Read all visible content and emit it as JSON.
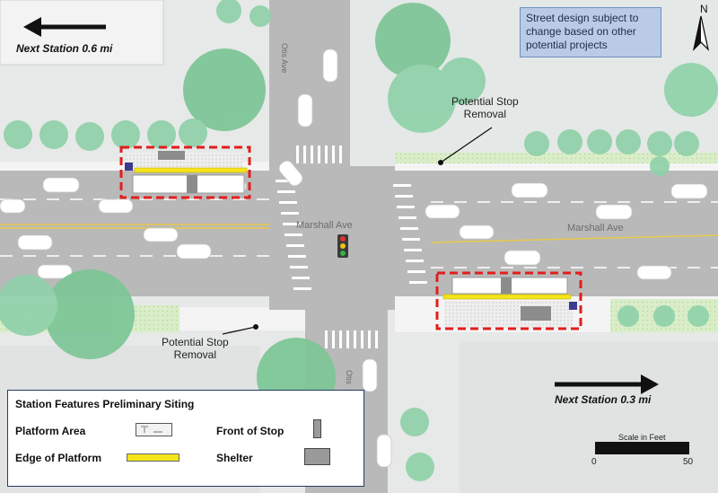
{
  "map": {
    "next_station_left": "Next Station 0.6 mi",
    "next_station_right": "Next Station 0.3 mi",
    "note": "Street design subject to change based on other potential projects",
    "north_label": "N",
    "streets": {
      "main_left": "Marshall Ave",
      "main_right": "Marshall Ave",
      "cross_north": "Otis Ave",
      "cross_south": "Otis"
    },
    "callouts": {
      "north_removal_line1": "Potential Stop",
      "north_removal_line2": "Removal",
      "south_removal_line1": "Potential Stop",
      "south_removal_line2": "Removal"
    },
    "icons": [
      "north-arrow-icon",
      "traffic-signal-icon",
      "bus-stop-sign-icon",
      "bicycle-icon",
      "tree-icon"
    ]
  },
  "legend": {
    "title": "Station Features Preliminary Siting",
    "platform_area": "Platform Area",
    "edge_of_platform": "Edge of Platform",
    "front_of_stop": "Front of Stop",
    "shelter": "Shelter"
  },
  "scale": {
    "caption": "Scale in Feet",
    "min_label": "0",
    "max_label": "50"
  },
  "colors": {
    "platform_outline": "#e31d1d",
    "edge_of_platform": "#f4e41a",
    "road": "#b8b8b8",
    "lawn": "#d7ecc6",
    "tree": "#6fc79a",
    "note_box": "#b9cbe6"
  }
}
